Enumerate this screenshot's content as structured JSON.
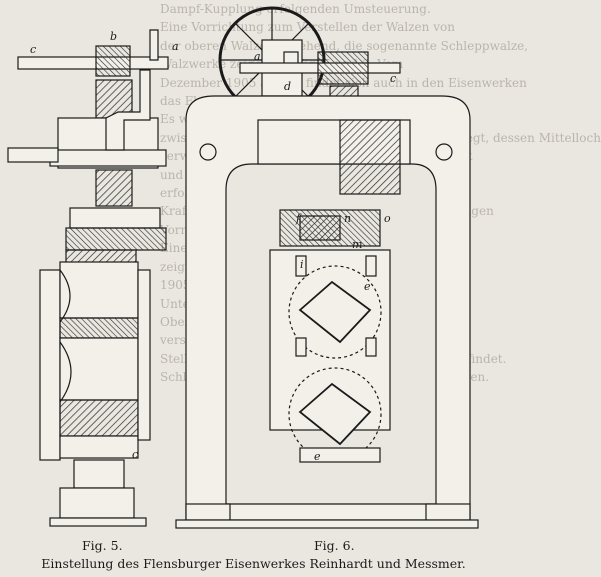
{
  "background_text": [
    "Dampf-Kupplung erfolgenden Umsteuerung.",
    "Eine Vorrichtung zum Verstellen der Walzen von",
    "der oberen Walze ausgehend, die sogenannte Schleppwalze,",
    "Walzwerke zeigen die Fig. 5 und 6. Vom",
    "Dezember 1905 ab und findet sich auch in den Eisenwerken",
    "das Flensburger Eisenwerk.",
    "Es wird die obere Walze und es werden die Walzen",
    "zwischen den Ständern durch einen Schieber bewegt, dessen Mittelloch",
    "verwendet und zwar auf zwei Ständern gelagert ist",
    "und bildet einen Stellbolzen. Die Verstellung",
    "erfolgt durch ein Handrad und die Kegelräder.",
    "Kraftwerks Einrichtung ermöglicht. Bei der bisherigen",
    "Vorrichtung ist jedoch der Bolzen durch eine",
    "Eine Kontrollvorrichtung der Einstellung ist",
    "zeigen die Fig. 5 und 6. Nach dem neuen System",
    "1905 angeführt wird. Einrichtung (Fig. 14)",
    "Unten und oben sind die Ständer mit",
    "Ober- und Unterwalze sind durch Keile",
    "verstellbar. Die Oberwalze ist so gelagert, daß die",
    "Stellschraube sich an der Oberseite des Lagers befindet.",
    "",
    "",
    "",
    "",
    "Schlepp-Rollenbolzen durch die Kupplung verbunden."
  ],
  "figures": [
    {
      "caption": "Fig. 5.",
      "letters": {
        "a": "a",
        "b": "b",
        "c": "c",
        "bottom": "c"
      }
    },
    {
      "caption": "Fig. 6.",
      "letters": {
        "a": "a",
        "c": "c",
        "d": "d",
        "f": "f",
        "n": "n",
        "o": "o",
        "m": "m",
        "i": "i",
        "e": "e",
        "e_bottom": "e"
      }
    }
  ],
  "caption": "Einstellung des Flensburger Eisenwerkes Reinhardt und Messmer."
}
